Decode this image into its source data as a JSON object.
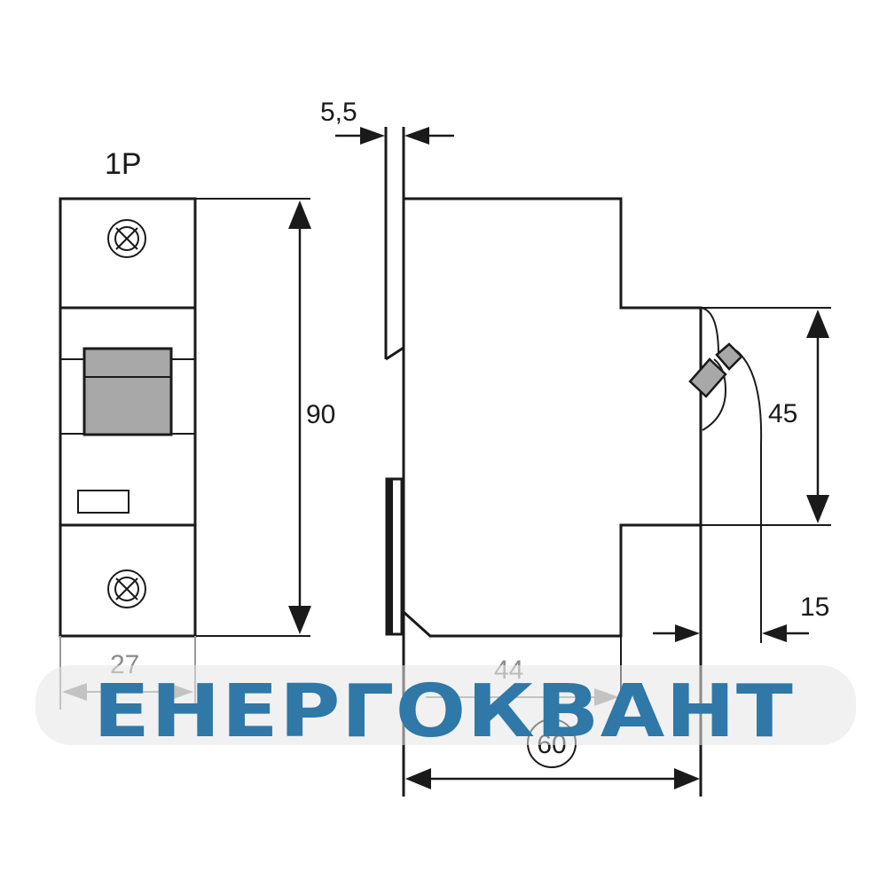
{
  "front_view": {
    "label": "1P"
  },
  "dimensions": {
    "width": "27",
    "height": "90",
    "rail_clip": "5,5",
    "lever_zone": "45",
    "lever_offset": "15",
    "body_depth": "44",
    "total_depth": "60"
  },
  "watermark": {
    "text": "ЕНЕРГОКВАНТ",
    "color": "#2f78a8"
  },
  "colors": {
    "stroke": "#1a1a1a",
    "handle": "#a8a8a8",
    "dim_grey": "#9a9a9a"
  }
}
